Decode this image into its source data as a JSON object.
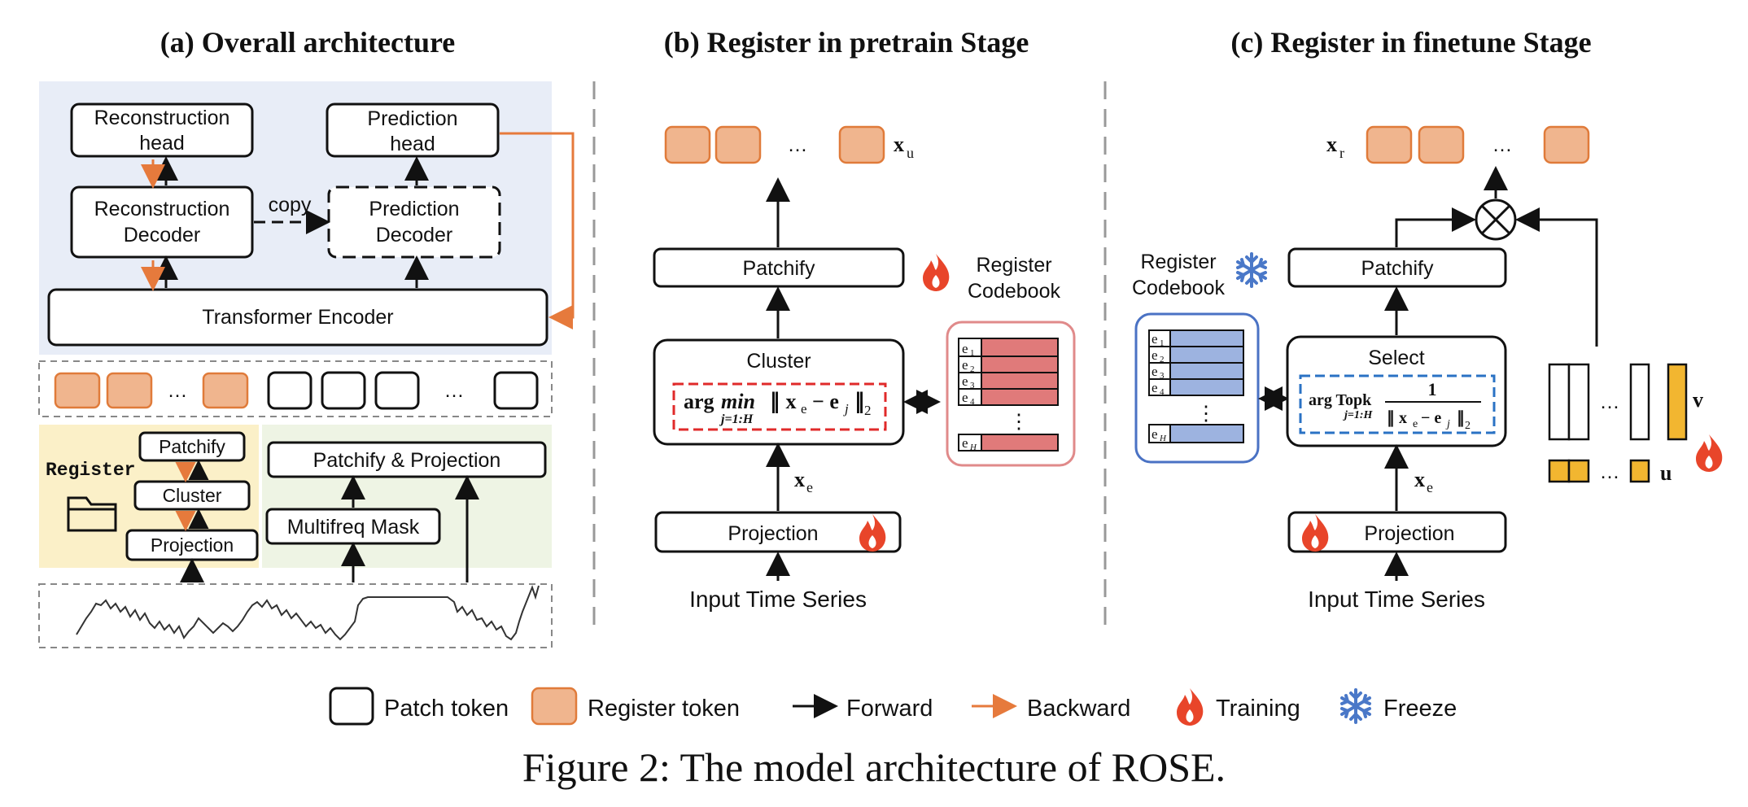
{
  "titles": {
    "a": "(a) Overall architecture",
    "b": "(b) Register in pretrain Stage",
    "c": "(c) Register in finetune Stage"
  },
  "panel_a": {
    "recon_head": [
      "Reconstruction",
      "head"
    ],
    "pred_head": [
      "Prediction",
      "head"
    ],
    "recon_decoder": [
      "Reconstruction",
      "Decoder"
    ],
    "pred_decoder": [
      "Prediction",
      "Decoder"
    ],
    "copy": "copy",
    "encoder": "Transformer Encoder",
    "ellipsis": "…",
    "register": "Register",
    "patchify": "Patchify",
    "cluster": "Cluster",
    "projection": "Projection",
    "patchify_projection": "Patchify & Projection",
    "multifreq": "Multifreq Mask"
  },
  "panel_b": {
    "xu": "x",
    "xu_sub": "u",
    "patchify": "Patchify",
    "codebook": [
      "Register",
      "Codebook"
    ],
    "cluster": "Cluster",
    "argmin": "arg",
    "min": "min",
    "argmin_sub": "j=1:H",
    "norm_expr": "∥ x",
    "norm_e": "e",
    "norm_minus": "− e",
    "norm_j": "j",
    "norm_close": "∥",
    "norm_2": "2",
    "xe": "x",
    "xe_sub": "e",
    "projection": "Projection",
    "input": "Input Time Series",
    "codes": [
      "e",
      "e",
      "e",
      "e",
      "e"
    ],
    "code_subs": [
      "1",
      "2",
      "3",
      "4",
      "H"
    ],
    "dots": "⋮",
    "ellipsis": "…"
  },
  "panel_c": {
    "xr": "x",
    "xr_sub": "r",
    "patchify": "Patchify",
    "codebook": [
      "Register",
      "Codebook"
    ],
    "select": "Select",
    "topk": "arg Topk",
    "topk_sub": "j=1:H",
    "one": "1",
    "denom": "∥ x",
    "denom_e": "e",
    "denom_minus": "− e",
    "denom_j": "j",
    "denom_close": "∥",
    "denom_2": "2",
    "xe": "x",
    "xe_sub": "e",
    "projection": "Projection",
    "input": "Input Time Series",
    "v": "v",
    "u": "u",
    "codes": [
      "e",
      "e",
      "e",
      "e",
      "e"
    ],
    "code_subs": [
      "1",
      "2",
      "3",
      "4",
      "H"
    ],
    "dots": "⋮",
    "ellipsis": "…"
  },
  "legend": {
    "patch": "Patch token",
    "register": "Register token",
    "forward": "Forward",
    "backward": "Backward",
    "training": "Training",
    "freeze": "Freeze"
  },
  "caption": "Figure 2: The model architecture of ROSE.",
  "colors": {
    "register_fill": "#f0b58e",
    "register_stroke": "#e07b3a",
    "backward": "#e67a3c",
    "codebook_red": "#e07a7a",
    "codebook_blue": "#9db3e0",
    "fire": "#e8452a",
    "snow": "#4a78c8",
    "gold": "#f2b630",
    "panel_blue": "#e8edf7",
    "panel_yellow": "#fbf0c8",
    "panel_green": "#eef4e4"
  }
}
